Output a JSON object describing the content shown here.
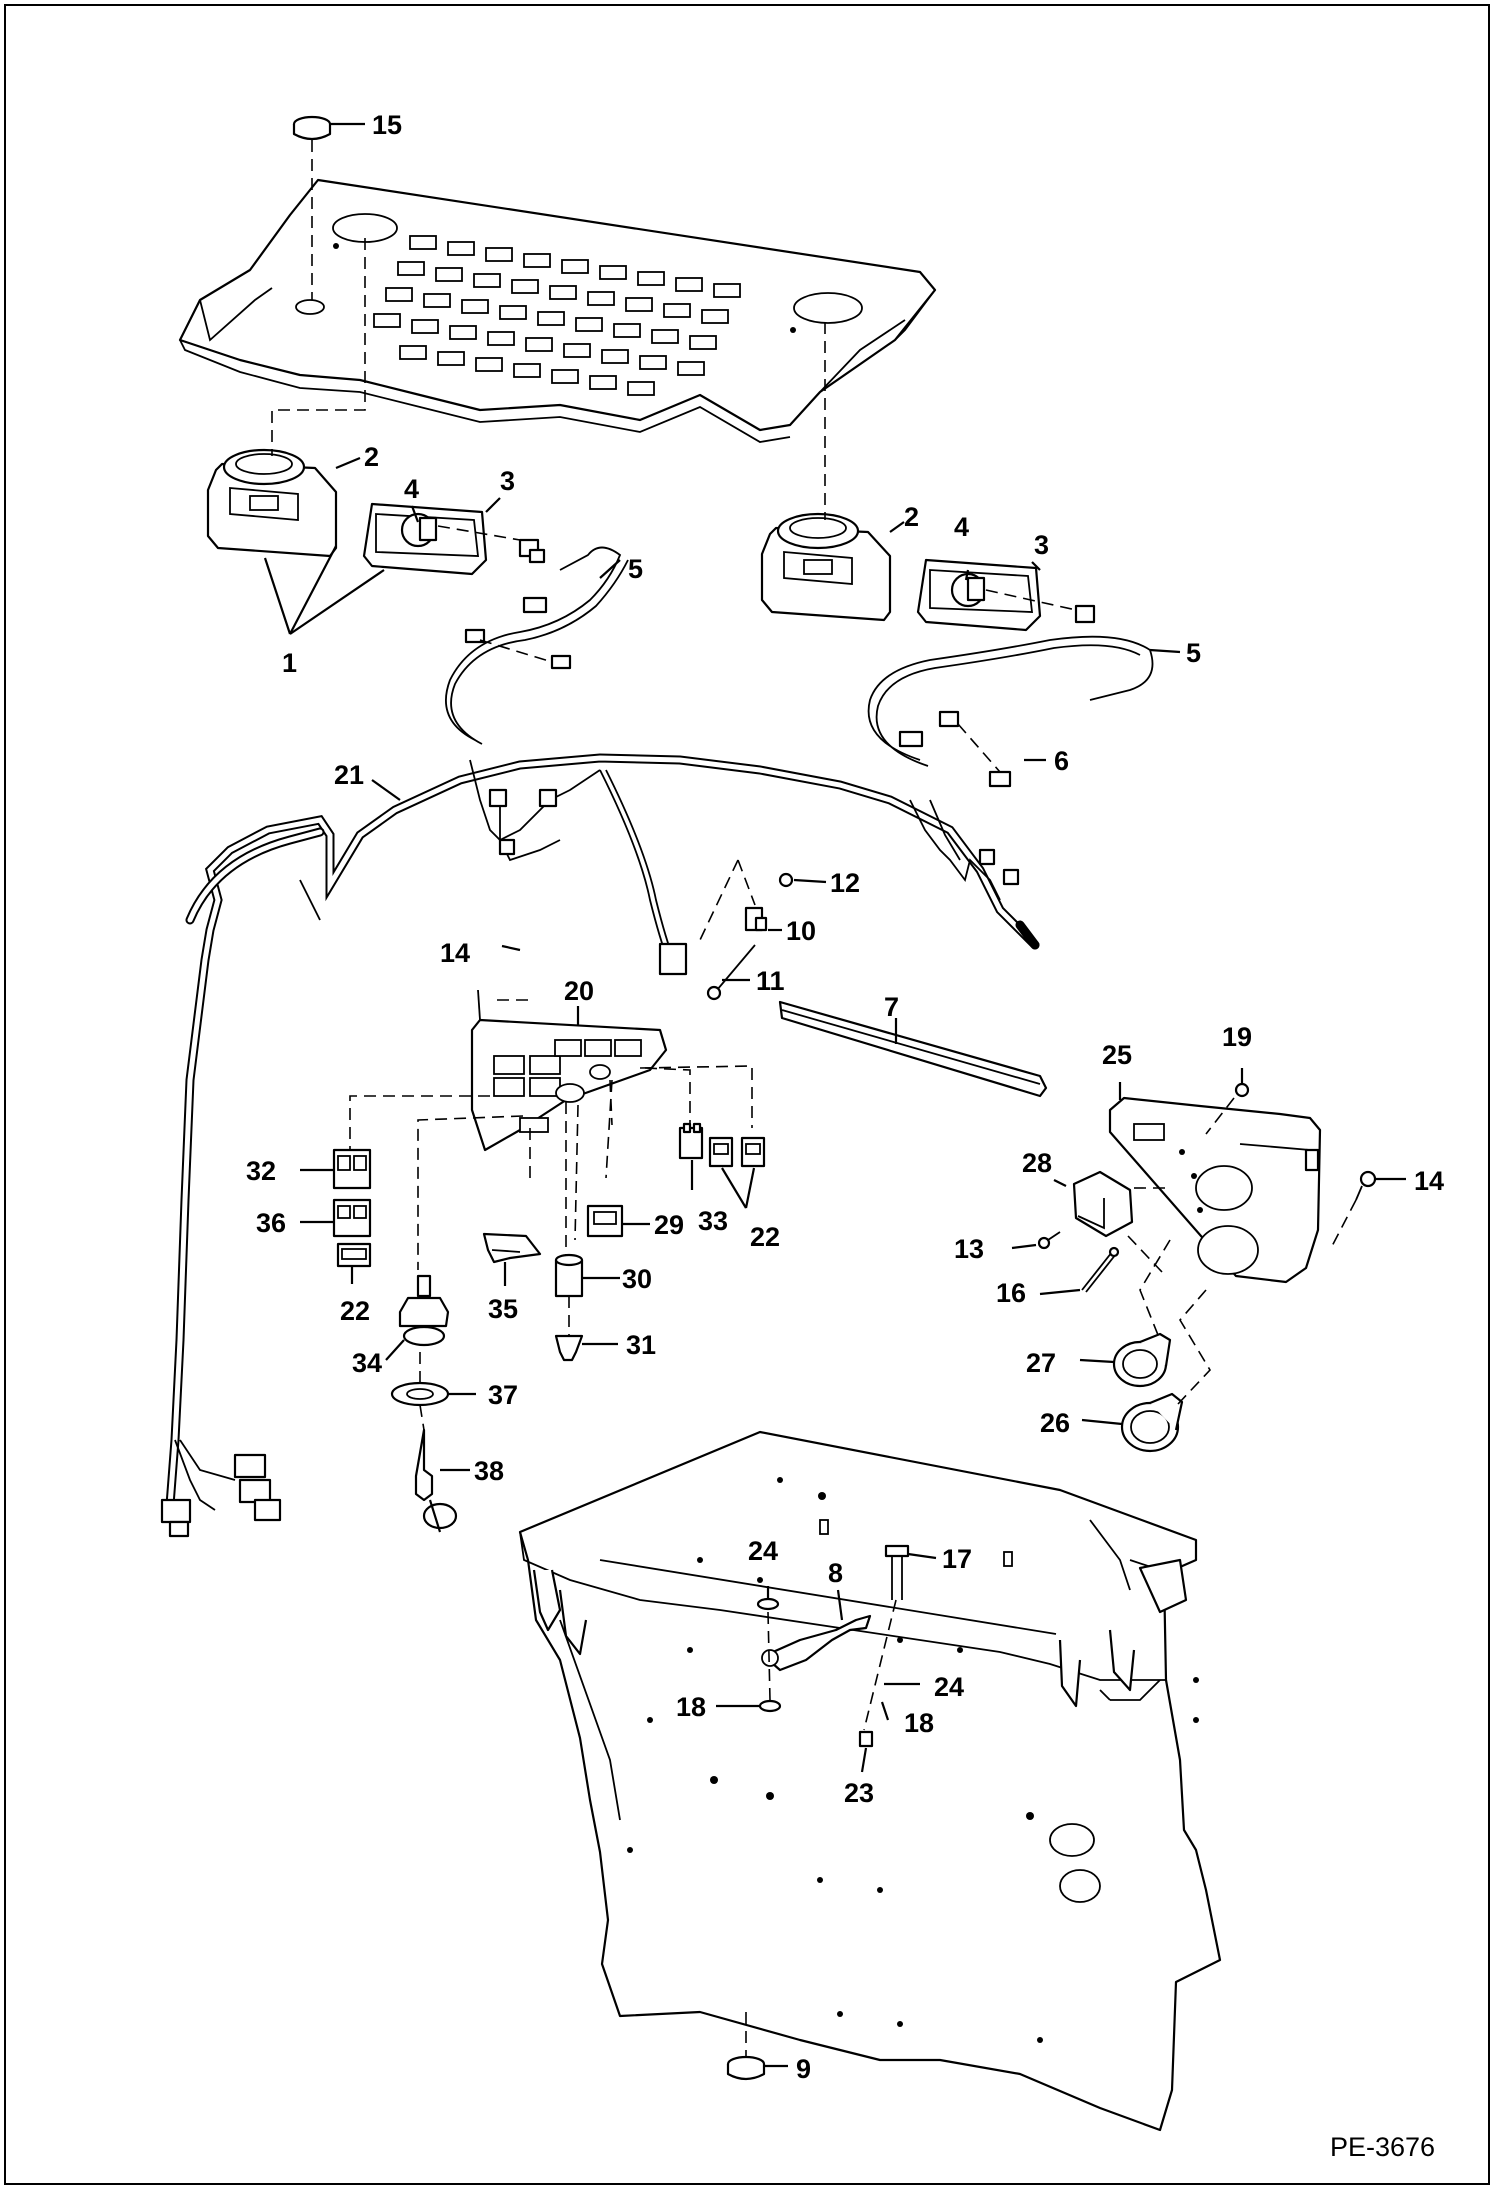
{
  "diagram": {
    "drawing_code": "PE-3676",
    "callouts": {
      "c15": "15",
      "c2a": "2",
      "c4a": "4",
      "c3a": "3",
      "c1": "1",
      "c5a": "5",
      "c2b": "2",
      "c4b": "4",
      "c3b": "3",
      "c5b": "5",
      "c6": "6",
      "c21": "21",
      "c12": "12",
      "c10": "10",
      "c11": "11",
      "c14a": "14",
      "c20": "20",
      "c7": "7",
      "c19": "19",
      "c25": "25",
      "c14b": "14",
      "c28": "28",
      "c13": "13",
      "c16": "16",
      "c27": "27",
      "c26": "26",
      "c32": "32",
      "c36": "36",
      "c22a": "22",
      "c34": "34",
      "c37": "37",
      "c38": "38",
      "c33": "33",
      "c22b": "22",
      "c29": "29",
      "c30": "30",
      "c31": "31",
      "c35": "35",
      "c24a": "24",
      "c8": "8",
      "c17": "17",
      "c18a": "18",
      "c24b": "24",
      "c18b": "18",
      "c23": "23",
      "c9": "9"
    }
  }
}
